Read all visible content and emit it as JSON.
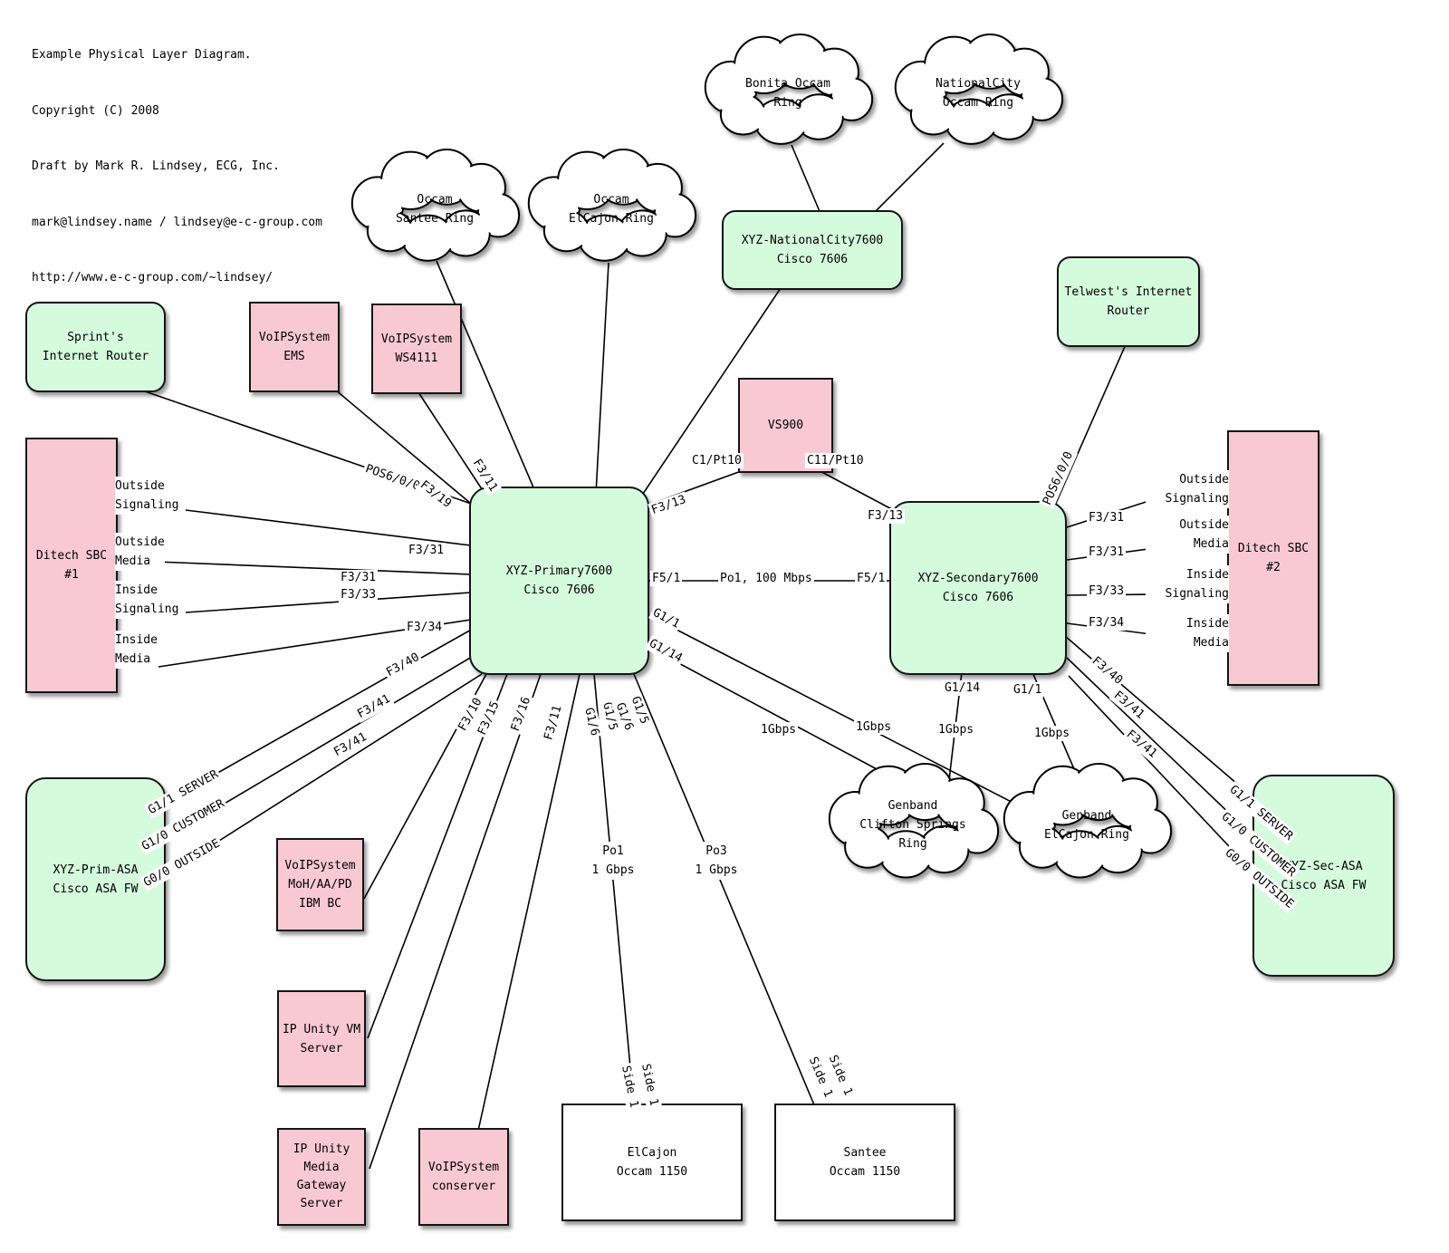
{
  "header": {
    "line1": "Example Physical Layer Diagram.",
    "line2": "Copyright (C) 2008",
    "line3": "Draft by Mark R. Lindsey, ECG, Inc.",
    "line4": "mark@lindsey.name / lindsey@e-c-group.com",
    "line5": "http://www.e-c-group.com/~lindsey/"
  },
  "nodes": {
    "bonita_ring": {
      "l1": "Bonita Occam",
      "l2": "Ring"
    },
    "nationalcity_ring": {
      "l1": "NationalCity",
      "l2": "Occam Ring"
    },
    "occam_santee_ring": {
      "l1": "Occam",
      "l2": "Santee Ring"
    },
    "occam_elcajon_ring": {
      "l1": "Occam",
      "l2": "ElCajon Ring"
    },
    "genband_clifton_ring": {
      "l1": "Genband",
      "l2": "Clifton Springs",
      "l3": "Ring"
    },
    "genband_elcajon_ring": {
      "l1": "Genband",
      "l2": "ElCajon Ring"
    },
    "sprint_router": {
      "l1": "Sprint's",
      "l2": "Internet Router"
    },
    "voipsystem_ems": {
      "l1": "VoIPSystem",
      "l2": "EMS"
    },
    "voipsystem_ws4111": {
      "l1": "VoIPSystem",
      "l2": "WS4111"
    },
    "xyz_nationalcity7600": {
      "l1": "XYZ-NationalCity7600",
      "l2": "Cisco 7606"
    },
    "telwest_router": {
      "l1": "Telwest's Internet",
      "l2": "Router"
    },
    "vs900": {
      "l1": "VS900"
    },
    "ditech_sbc1": {
      "l1": "Ditech SBC",
      "l2": "#1"
    },
    "ditech_sbc2": {
      "l1": "Ditech SBC",
      "l2": "#2"
    },
    "xyz_primary7600": {
      "l1": "XYZ-Primary7600",
      "l2": "Cisco 7606"
    },
    "xyz_secondary7600": {
      "l1": "XYZ-Secondary7600",
      "l2": "Cisco 7606"
    },
    "xyz_prim_asa": {
      "l1": "XYZ-Prim-ASA",
      "l2": "Cisco ASA FW"
    },
    "xyz_sec_asa": {
      "l1": "XYZ-Sec-ASA",
      "l2": "Cisco ASA FW"
    },
    "voipsystem_moh": {
      "l1": "VoIPSystem",
      "l2": "MoH/AA/PD",
      "l3": "IBM BC"
    },
    "ipunity_vm": {
      "l1": "IP Unity VM",
      "l2": "Server"
    },
    "ipunity_mgw": {
      "l1": "IP Unity",
      "l2": "Media",
      "l3": "Gateway",
      "l4": "Server"
    },
    "voipsystem_conserver": {
      "l1": "VoIPSystem",
      "l2": "conserver"
    },
    "elcajon_occam_1150": {
      "l1": "ElCajon",
      "l2": "Occam 1150"
    },
    "santee_occam_1150": {
      "l1": "Santee",
      "l2": "Occam 1150"
    }
  },
  "port_labels": {
    "pos6_0_0": "POS6/0/0",
    "f3_19": "F3/19",
    "f3_11": "F3/11",
    "f3_13": "F3/13",
    "c1_pt10": "C1/Pt10",
    "c11_pt10": "C11/Pt10",
    "f5_1": "F5/1",
    "po1_100mbps": "Po1, 100 Mbps",
    "g1_1": "G1/1",
    "g1_14": "G1/14",
    "one_gbps": "1Gbps",
    "f3_31": "F3/31",
    "f3_33": "F3/33",
    "f3_34": "F3/34",
    "f3_40": "F3/40",
    "f3_41": "F3/41",
    "f3_10": "F3/10",
    "f3_15": "F3/15",
    "f3_16": "F3/16",
    "g1_5": "G1/5",
    "g1_6": "G1/6",
    "po1": "Po1",
    "po3": "Po3",
    "one_gbps_sp": "1 Gbps",
    "side_1": "Side 1",
    "g1_1_server": "G1/1 SERVER",
    "g1_0_customer": "G1/0 CUSTOMER",
    "g0_0_outside": "G0/0 OUTSIDE"
  },
  "sbc_interfaces": {
    "outside": "Outside",
    "inside": "Inside",
    "signaling": "Signaling",
    "media": "Media"
  }
}
